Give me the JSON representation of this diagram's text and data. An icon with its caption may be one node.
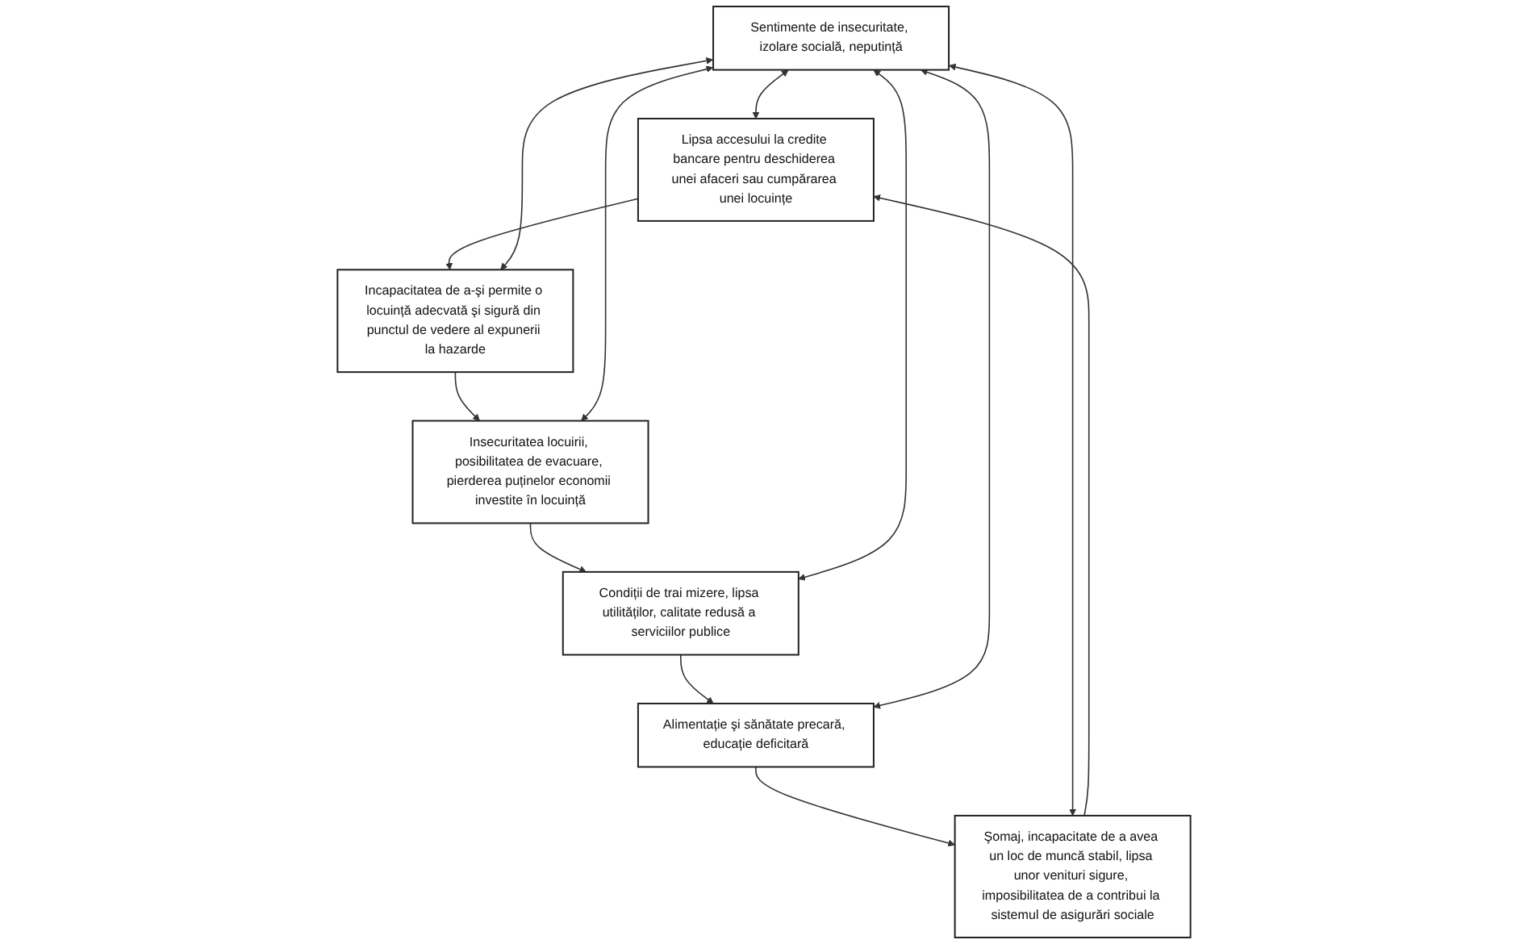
{
  "diagram": {
    "nodes": [
      {
        "text": [
          "Lipsa accesului la credite bancare pentru deschiderea unei afaceri sau cumpărarea unei locuințe"
        ]
      },
      {
        "text": [
          "Incapacitatea de a-şi permite o locuință adecvată şi sigură din punctul de vedere al expunerii la hazarde"
        ]
      },
      {
        "text": [
          "Şomaj, incapacitate de a avea un loc de muncă stabil, lipsa unor venituri sigure, imposibilitatea de a contribui la sistemul de asigurări sociale"
        ]
      },
      {
        "text": [
          "Sentimente de insecuritate, izolare socială, neputință"
        ]
      },
      {
        "text": [
          "Insecuritatea locuirii, posibilitatea de evacuare, pierderea puținelor economii investite în locuință"
        ]
      },
      {
        "text": [
          "Alimentație şi sănătate precară, educație deficitară"
        ]
      },
      {
        "text": [
          "Condiții de trai mizere, lipsa utilităților, calitate redusă a serviciilor publice"
        ]
      }
    ],
    "edges": [
      {
        "from": 0,
        "to": 1,
        "arrow": "to"
      },
      {
        "from": 1,
        "to": 4,
        "arrow": "to"
      },
      {
        "from": 4,
        "to": 6,
        "arrow": "to"
      },
      {
        "from": 6,
        "to": 5,
        "arrow": "to"
      },
      {
        "from": 5,
        "to": 2,
        "arrow": "to"
      },
      {
        "from": 2,
        "to": 0,
        "arrow": "to"
      },
      {
        "from": 3,
        "to": 0,
        "arrow": "both"
      },
      {
        "from": 3,
        "to": 1,
        "arrow": "both"
      },
      {
        "from": 3,
        "to": 2,
        "arrow": "both"
      },
      {
        "from": 3,
        "to": 4,
        "arrow": "both"
      },
      {
        "from": 3,
        "to": 5,
        "arrow": "both"
      },
      {
        "from": 3,
        "to": 6,
        "arrow": "both"
      }
    ]
  }
}
